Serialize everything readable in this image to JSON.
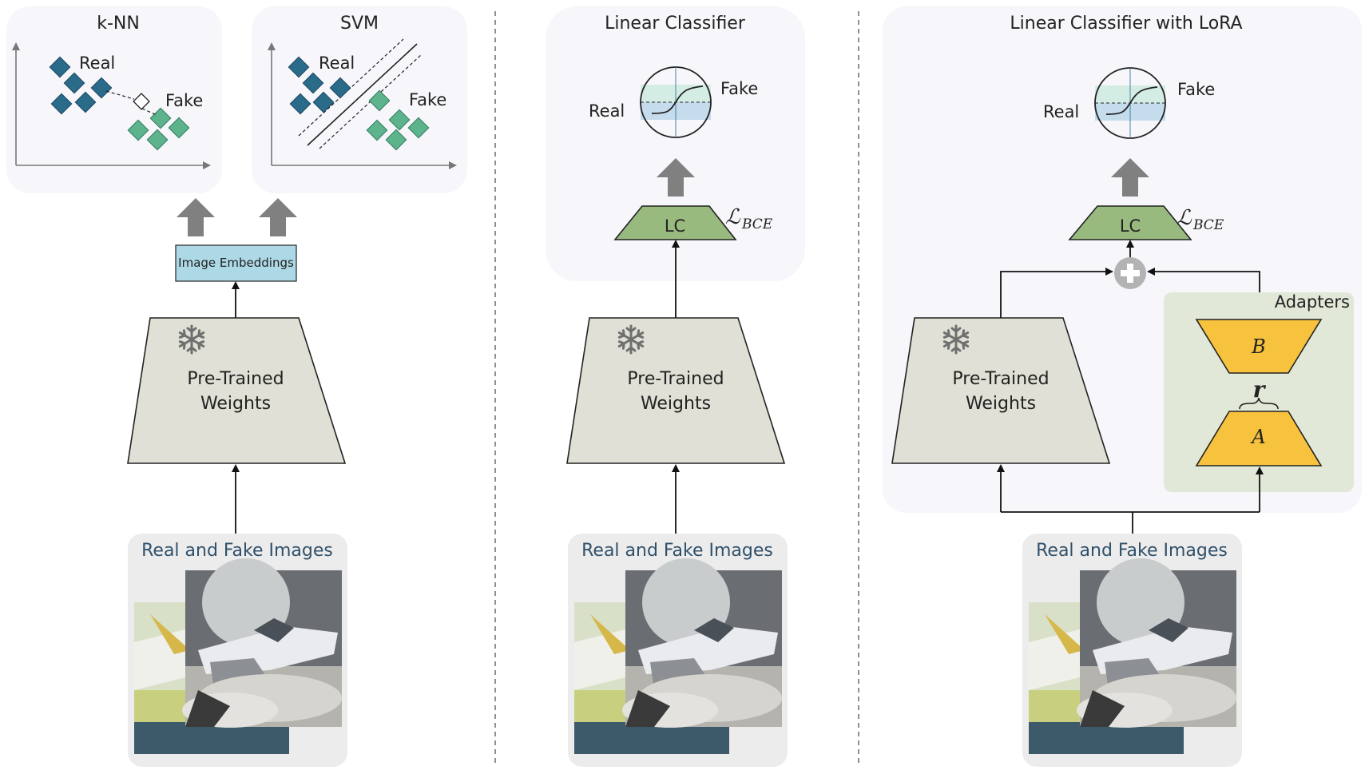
{
  "panels": {
    "knn": {
      "title": "k-NN",
      "real": "Real",
      "fake": "Fake"
    },
    "svm": {
      "title": "SVM",
      "real": "Real",
      "fake": "Fake"
    },
    "lc": {
      "title": "Linear Classifier",
      "real": "Real",
      "fake": "Fake"
    },
    "lora": {
      "title": "Linear Classifier with LoRA",
      "real": "Real",
      "fake": "Fake"
    }
  },
  "labels": {
    "embeddings": "Image Embeddings",
    "backbone_line1": "Pre-Trained",
    "backbone_line2": "Weights",
    "images": "Real and Fake Images",
    "lc": "LC",
    "loss_script": "ℒ",
    "loss_sub": "BCE",
    "adapters": "Adapters",
    "adapter_b": "B",
    "adapter_a": "A",
    "rank": "r"
  },
  "icons": {
    "frozen": "snowflake-icon",
    "up_arrow": "thick-up-arrow-icon",
    "sum": "plus-circle-icon",
    "sigmoid": "sigmoid-plot-icon"
  },
  "colors": {
    "panel_bg": "#f6f6fb",
    "image_card_bg": "#ececec",
    "trapezoid": "#e0e0d6",
    "embedding_box": "#add8e6",
    "lc_block": "#99ba7f",
    "adapter_block": "#f7c23d",
    "adapter_panel": "#e1e8d7",
    "real_marker": "#2a6b8a",
    "fake_marker": "#5cb38c",
    "thick_arrow": "#808080",
    "text": "#222222",
    "image_title": "#30506a"
  }
}
